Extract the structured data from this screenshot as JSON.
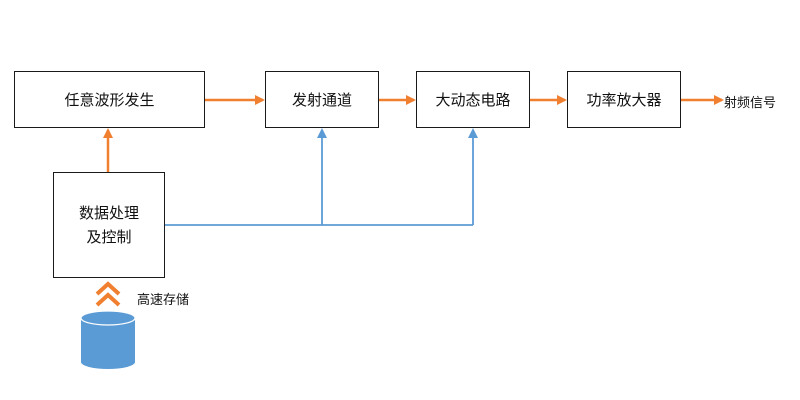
{
  "diagram": {
    "blocks": {
      "awg": "任意波形发生",
      "tx_channel": "发射通道",
      "dynamic_range": "大动态电路",
      "power_amp": "功率放大器",
      "data_processing": [
        "数据处理",
        "及控制"
      ]
    },
    "output_label": "射频信号",
    "storage_label": "高速存储",
    "colors": {
      "signal_arrow": "#f08030",
      "control_line": "#5b9bd5",
      "storage_fill": "#5b9bd5",
      "box_border": "#1a1a1a"
    },
    "icons": [
      "double-chevron-up-icon",
      "database-cylinder-icon"
    ]
  }
}
